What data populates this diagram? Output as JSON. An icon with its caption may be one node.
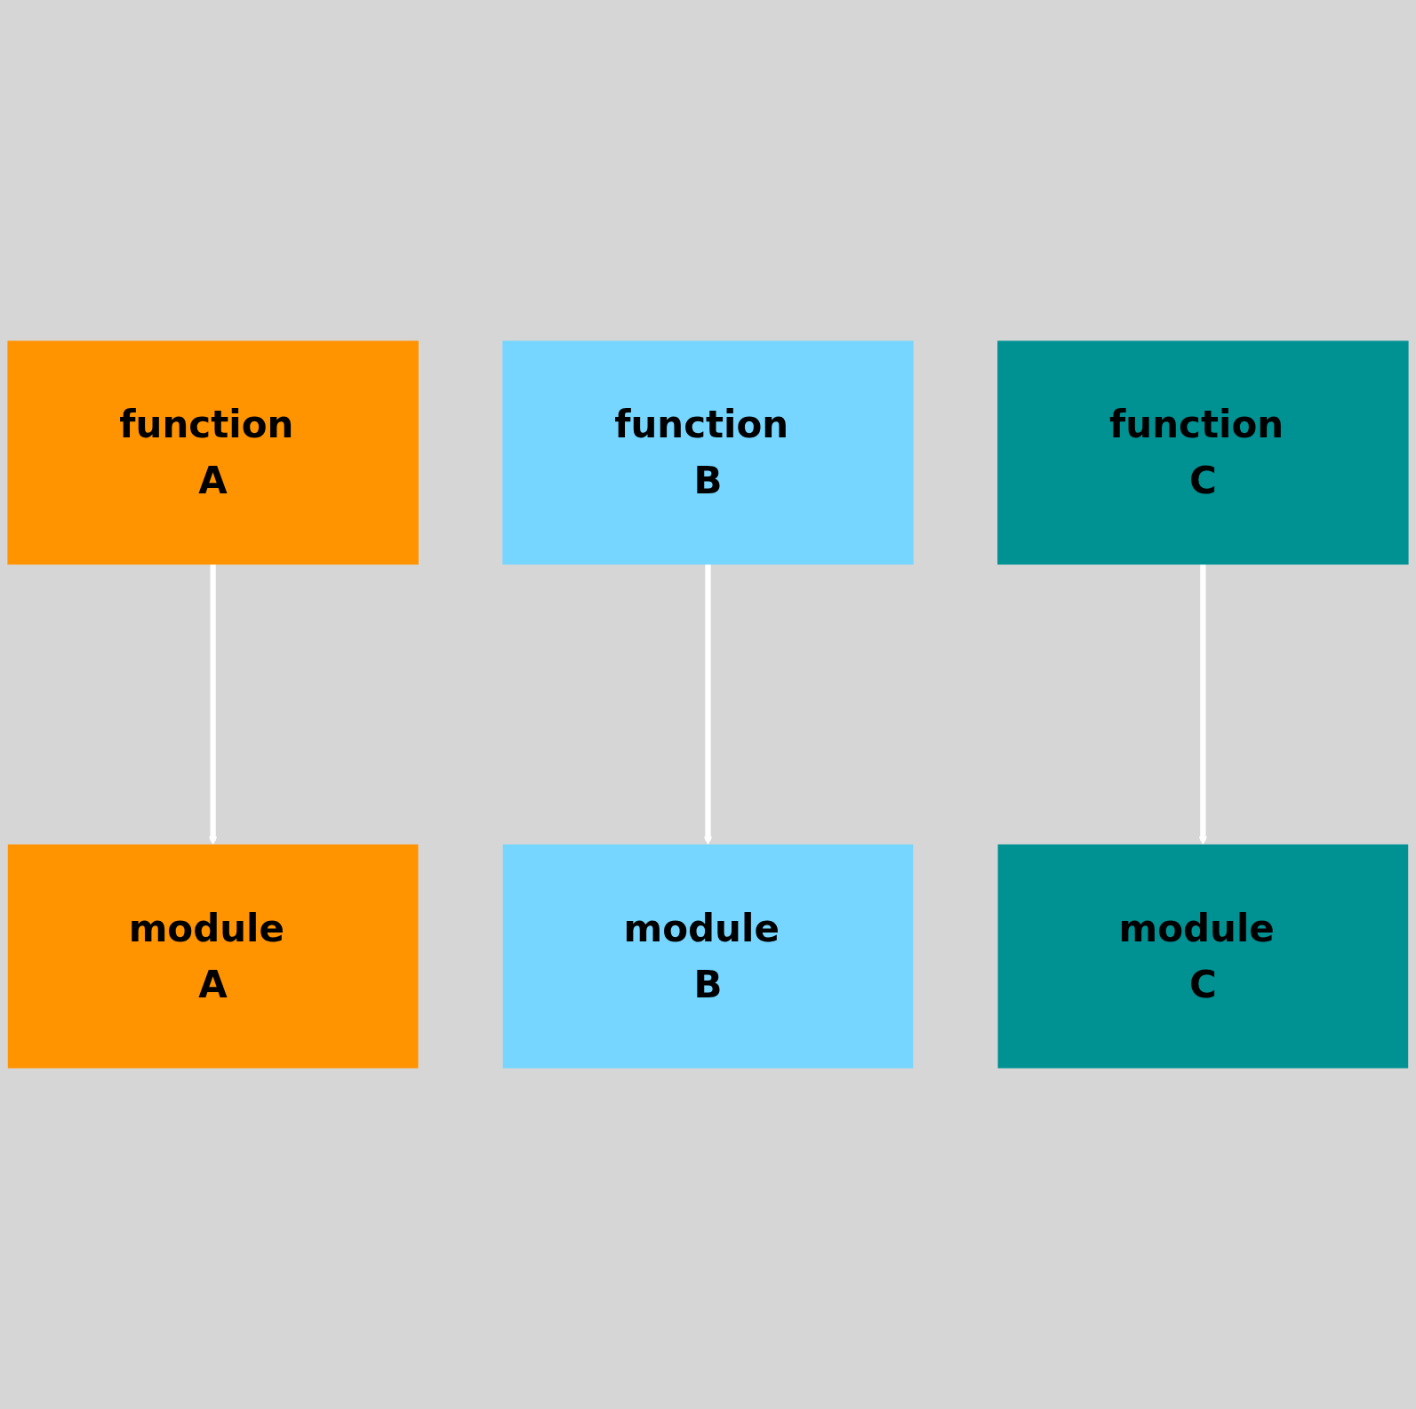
{
  "diagram": {
    "nodes": [
      {
        "text": [
          "function A"
        ]
      },
      {
        "text": [
          "function B"
        ]
      },
      {
        "text": [
          "function C"
        ]
      },
      {
        "text": [
          "module A"
        ]
      },
      {
        "text": [
          "module B"
        ]
      },
      {
        "text": [
          "module C"
        ]
      }
    ],
    "edges": [
      {
        "from": 0,
        "to": 3,
        "arrow": "to"
      },
      {
        "from": 1,
        "to": 4,
        "arrow": "to"
      },
      {
        "from": 2,
        "to": 5,
        "arrow": "to"
      }
    ]
  }
}
